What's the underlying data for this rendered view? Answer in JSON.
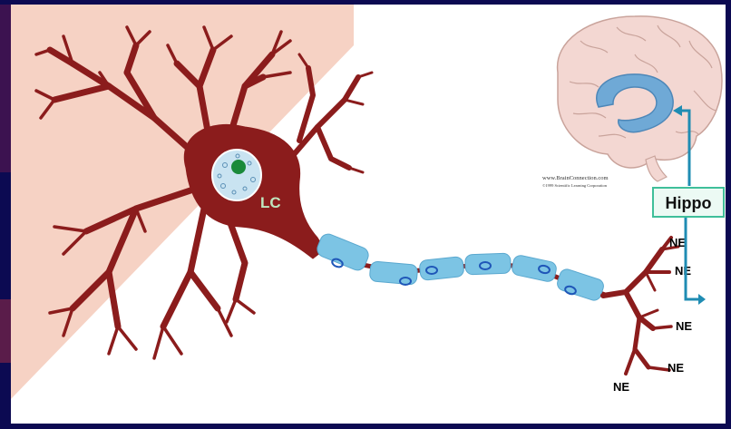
{
  "slide": {
    "colors": {
      "background": "#0c0a52",
      "panel": "#ffffff",
      "peach": "#f6d2c4",
      "neuron": "#8b1c1c",
      "myelin": "#7cc4e4",
      "node": "#1f56b8",
      "nucleus": "#c9e3f1",
      "nucleolus": "#1a8a3a",
      "lc_label": "#bfe6bf",
      "brain": "#f3d7d2",
      "brain_outline": "#c9a39b",
      "hippocampus": "#6fa9d6",
      "arrow": "#1f8cb3",
      "hippo_box_fill": "#ecfaf4",
      "hippo_box_stroke": "#3fbf9a"
    },
    "labels": {
      "lc": "LC",
      "hippo": "Hippo",
      "ne": [
        "NE",
        "NE",
        "NE",
        "NE",
        "NE"
      ]
    },
    "credit": {
      "line1": "www.BrainConnection.com",
      "line2": "©1999 Scientific Learning Corporation"
    },
    "icons": {
      "brain": "brain-icon",
      "neuron": "neuron-icon"
    }
  }
}
